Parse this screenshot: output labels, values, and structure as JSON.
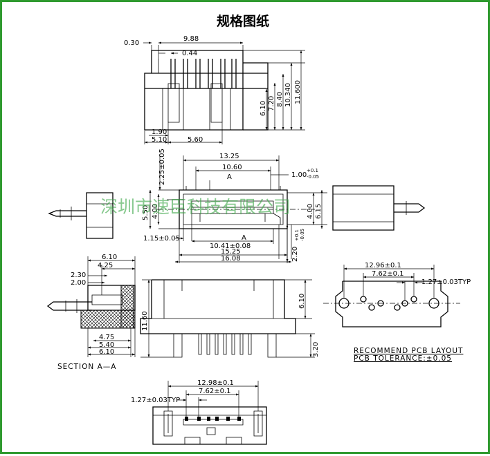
{
  "title": "规格图纸",
  "watermark": "深圳市速臣科技有限公司",
  "colors": {
    "frame": "#2f9a2f",
    "watermark": "#3fa84a",
    "ink": "#000000"
  },
  "side_view": {
    "dims": {
      "d030": "0.30",
      "d988": "9.88",
      "d044": "0.44",
      "d610": "6.10",
      "d720": "7.20",
      "d840": "8.40",
      "d10340": "10.340",
      "d11600": "11.600",
      "d190": "1.90",
      "d510": "5.10",
      "d560": "5.60"
    }
  },
  "front_view": {
    "dims": {
      "d1325": "13.25",
      "d1060": "10.60",
      "d100": "1.00",
      "d100_tol_upper": "+0.1",
      "d100_tol_lower": "-0.05",
      "d225": "2.25±0.05",
      "d550": "5.50",
      "d400_left": "4.00",
      "d400_right": "4.00",
      "d615": "6.15",
      "d115": "1.15±0.05",
      "d1041": "10.41±0.08",
      "d220": "2.20",
      "d220_tol_upper": "+0.1",
      "d220_tol_lower": "-0.05",
      "d1525": "15.25",
      "d1608": "16.08",
      "marker_a": "A"
    }
  },
  "section_view": {
    "dims": {
      "d610_top": "6.10",
      "d425": "4.25",
      "d230": "2.30",
      "d200": "2.00",
      "d475": "4.75",
      "d540": "5.40",
      "d610_bottom": "6.10"
    },
    "caption": "SECTION  A—A"
  },
  "rear_view": {
    "dims": {
      "d610": "6.10",
      "d1160": "11.60",
      "d320": "3.20"
    }
  },
  "pcb_layout": {
    "dims": {
      "d1296": "12.96±0.1",
      "d762": "7.62±0.1",
      "d127": "1.27±0.03TYP"
    },
    "caption_1": "RECOMMEND PCB LAYOUT",
    "caption_2": "PCB TOLERANCE:±0.05"
  },
  "bottom_view": {
    "dims": {
      "d1298": "12.98±0.1",
      "d762": "7.62±0.1",
      "d127": "1.27±0.03TYP"
    }
  }
}
